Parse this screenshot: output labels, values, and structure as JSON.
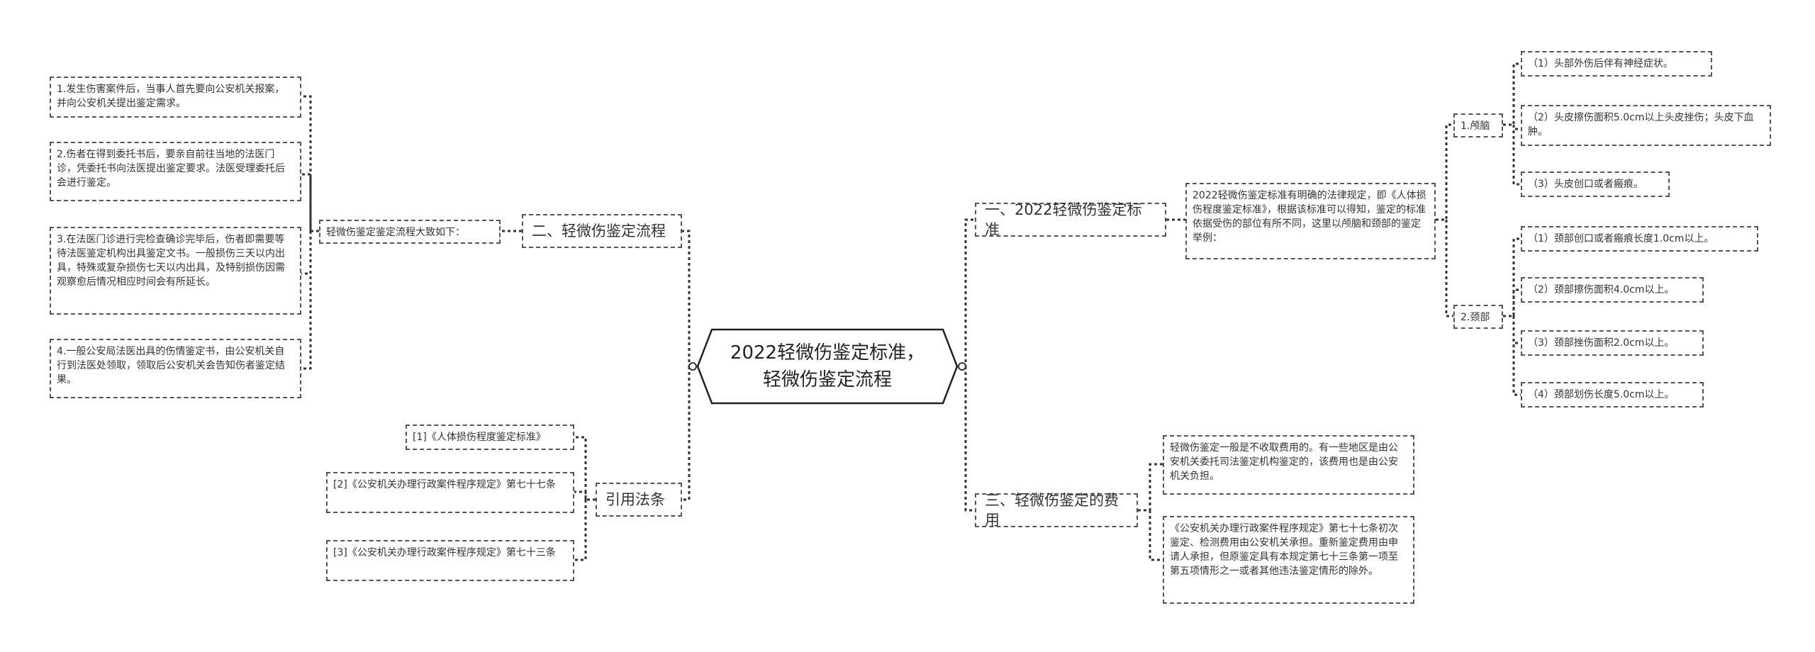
{
  "root": {
    "title": "2022轻微伤鉴定标准，轻微伤鉴定流程"
  },
  "right": {
    "b1": {
      "label": "一、2022轻微伤鉴定标准",
      "desc": "2022轻微伤鉴定标准有明确的法律规定，即《人体损伤程度鉴定标准》，根据该标准可以得知，鉴定的标准依据受伤的部位有所不同，这里以颅脑和颈部的鉴定举例：",
      "sub": [
        {
          "label": "1.颅脑",
          "items": [
            "（1）头部外伤后伴有神经症状。",
            "（2）头皮擦伤面积5.0cm以上头皮挫伤；头皮下血肿。",
            "（3）头皮创口或者瘢痕。"
          ]
        },
        {
          "label": "2.颈部",
          "items": [
            "（1）颈部创口或者瘢痕长度1.0cm以上。",
            "（2）颈部擦伤面积4.0cm以上。",
            "（3）颈部挫伤面积2.0cm以上。",
            "（4）颈部划伤长度5.0cm以上。"
          ]
        }
      ]
    },
    "b3": {
      "label": "三、轻微伤鉴定的费用",
      "items": [
        "轻微伤鉴定一般是不收取费用的。有一些地区是由公安机关委托司法鉴定机构鉴定的，该费用也是由公安机关负担。",
        "《公安机关办理行政案件程序规定》第七十七条初次鉴定、检测费用由公安机关承担。重新鉴定费用由申请人承担，但原鉴定具有本规定第七十三条第一项至第五项情形之一或者其他违法鉴定情形的除外。"
      ]
    }
  },
  "left": {
    "b2": {
      "label": "二、轻微伤鉴定流程",
      "intro": "轻微伤鉴定鉴定流程大致如下：",
      "steps": [
        "1.发生伤害案件后，当事人首先要向公安机关报案，并向公安机关提出鉴定需求。",
        "2.伤者在得到委托书后，要亲自前往当地的法医门诊，凭委托书向法医提出鉴定要求。法医受理委托后会进行鉴定。",
        "3.在法医门诊进行完检查确诊完毕后，伤者即需要等待法医鉴定机构出具鉴定文书。一般损伤三天以内出具，特殊或复杂损伤七天以内出具，及特别损伤因需观察愈后情况相应时间会有所延长。",
        "4.一般公安局法医出具的伤情鉴定书，由公安机关自行到法医处领取，领取后公安机关会告知伤者鉴定结果。"
      ]
    },
    "refs": {
      "label": "引用法条",
      "items": [
        "[1]《人体损伤程度鉴定标准》",
        "[2]《公安机关办理行政案件程序规定》第七十七条",
        "[3]《公安机关办理行政案件程序规定》第七十三条"
      ]
    }
  }
}
